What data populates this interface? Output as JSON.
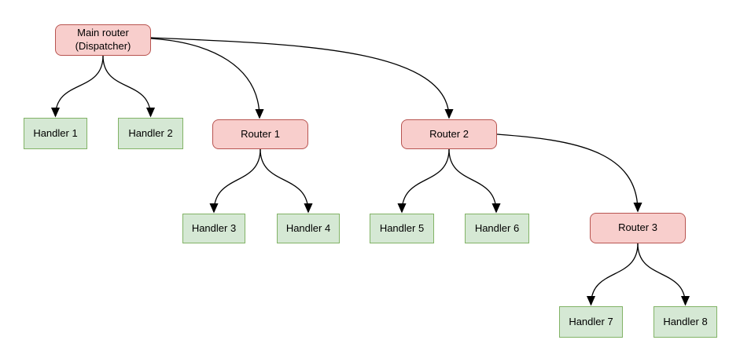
{
  "diagram": {
    "nodes": [
      {
        "id": "main-router",
        "label": "Main router\n(Dispatcher)",
        "type": "router"
      },
      {
        "id": "handler-1",
        "label": "Handler 1",
        "type": "handler"
      },
      {
        "id": "handler-2",
        "label": "Handler 2",
        "type": "handler"
      },
      {
        "id": "router-1",
        "label": "Router 1",
        "type": "router"
      },
      {
        "id": "router-2",
        "label": "Router 2",
        "type": "router"
      },
      {
        "id": "handler-3",
        "label": "Handler 3",
        "type": "handler"
      },
      {
        "id": "handler-4",
        "label": "Handler 4",
        "type": "handler"
      },
      {
        "id": "handler-5",
        "label": "Handler 5",
        "type": "handler"
      },
      {
        "id": "handler-6",
        "label": "Handler 6",
        "type": "handler"
      },
      {
        "id": "router-3",
        "label": "Router 3",
        "type": "router"
      },
      {
        "id": "handler-7",
        "label": "Handler 7",
        "type": "handler"
      },
      {
        "id": "handler-8",
        "label": "Handler 8",
        "type": "handler"
      }
    ],
    "edges": [
      {
        "from": "main-router",
        "to": "handler-1"
      },
      {
        "from": "main-router",
        "to": "handler-2"
      },
      {
        "from": "main-router",
        "to": "router-1"
      },
      {
        "from": "main-router",
        "to": "router-2"
      },
      {
        "from": "router-1",
        "to": "handler-3"
      },
      {
        "from": "router-1",
        "to": "handler-4"
      },
      {
        "from": "router-2",
        "to": "handler-5"
      },
      {
        "from": "router-2",
        "to": "handler-6"
      },
      {
        "from": "router-2",
        "to": "router-3"
      },
      {
        "from": "router-3",
        "to": "handler-7"
      },
      {
        "from": "router-3",
        "to": "handler-8"
      }
    ],
    "colors": {
      "router_fill": "#f8cecc",
      "router_stroke": "#b85450",
      "handler_fill": "#d5e8d4",
      "handler_stroke": "#82b366",
      "edge": "#000000",
      "text": "#000000",
      "background": "#ffffff"
    }
  }
}
